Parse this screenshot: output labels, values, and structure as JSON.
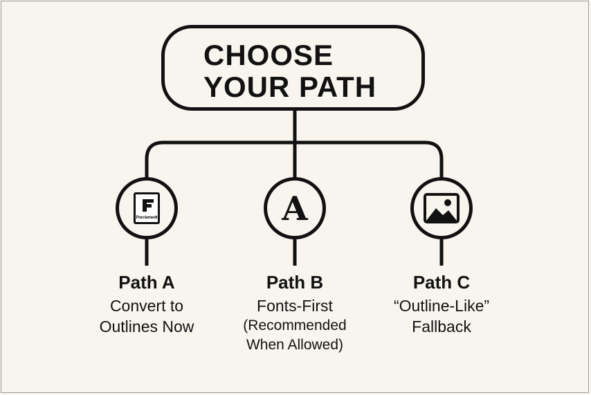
{
  "title": {
    "line1": "CHOOSE",
    "line2": "YOUR PATH"
  },
  "paths": [
    {
      "title": "Path A",
      "description": "Convert to\nOutlines Now",
      "icon": "document-logo-icon",
      "icon_caption": "Porclemedt"
    },
    {
      "title": "Path B",
      "description": "Fonts-First",
      "note": "(Recommended\nWhen Allowed)",
      "icon": "font-letter-icon",
      "icon_glyph": "A"
    },
    {
      "title": "Path C",
      "description": "“Outline-Like”\nFallback",
      "icon": "image-icon"
    }
  ],
  "colors": {
    "background": "#f7f5ee",
    "ink": "#111111"
  }
}
